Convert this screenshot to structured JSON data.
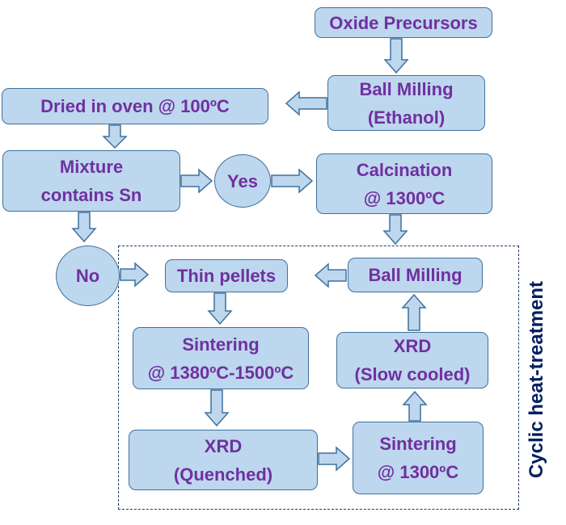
{
  "nodes": {
    "oxide_precursors": {
      "line1": "Oxide Precursors"
    },
    "ball_milling_ethanol": {
      "line1": "Ball Milling",
      "line2": "(Ethanol)"
    },
    "dried_in_oven": {
      "line1": "Dried in oven @ 100ºC"
    },
    "mixture_contains_sn": {
      "line1": "Mixture",
      "line2": "contains Sn"
    },
    "yes": {
      "line1": "Yes"
    },
    "calcination": {
      "line1": "Calcination",
      "line2": "@ 1300ºC"
    },
    "no": {
      "line1": "No"
    },
    "thin_pellets": {
      "line1": "Thin pellets"
    },
    "ball_milling": {
      "line1": "Ball Milling"
    },
    "sintering_range": {
      "line1": "Sintering",
      "line2": "@ 1380ºC-1500ºC"
    },
    "xrd_slow_cooled": {
      "line1": "XRD",
      "line2": "(Slow cooled)"
    },
    "xrd_quenched": {
      "line1": "XRD",
      "line2": "(Quenched)"
    },
    "sintering_1300": {
      "line1": "Sintering",
      "line2": "@ 1300ºC"
    }
  },
  "region_label": "Cyclic heat-treatment",
  "colors": {
    "box_fill": "#bdd7ee",
    "box_border": "#41719c",
    "text": "#7030a0",
    "label": "#002060"
  }
}
